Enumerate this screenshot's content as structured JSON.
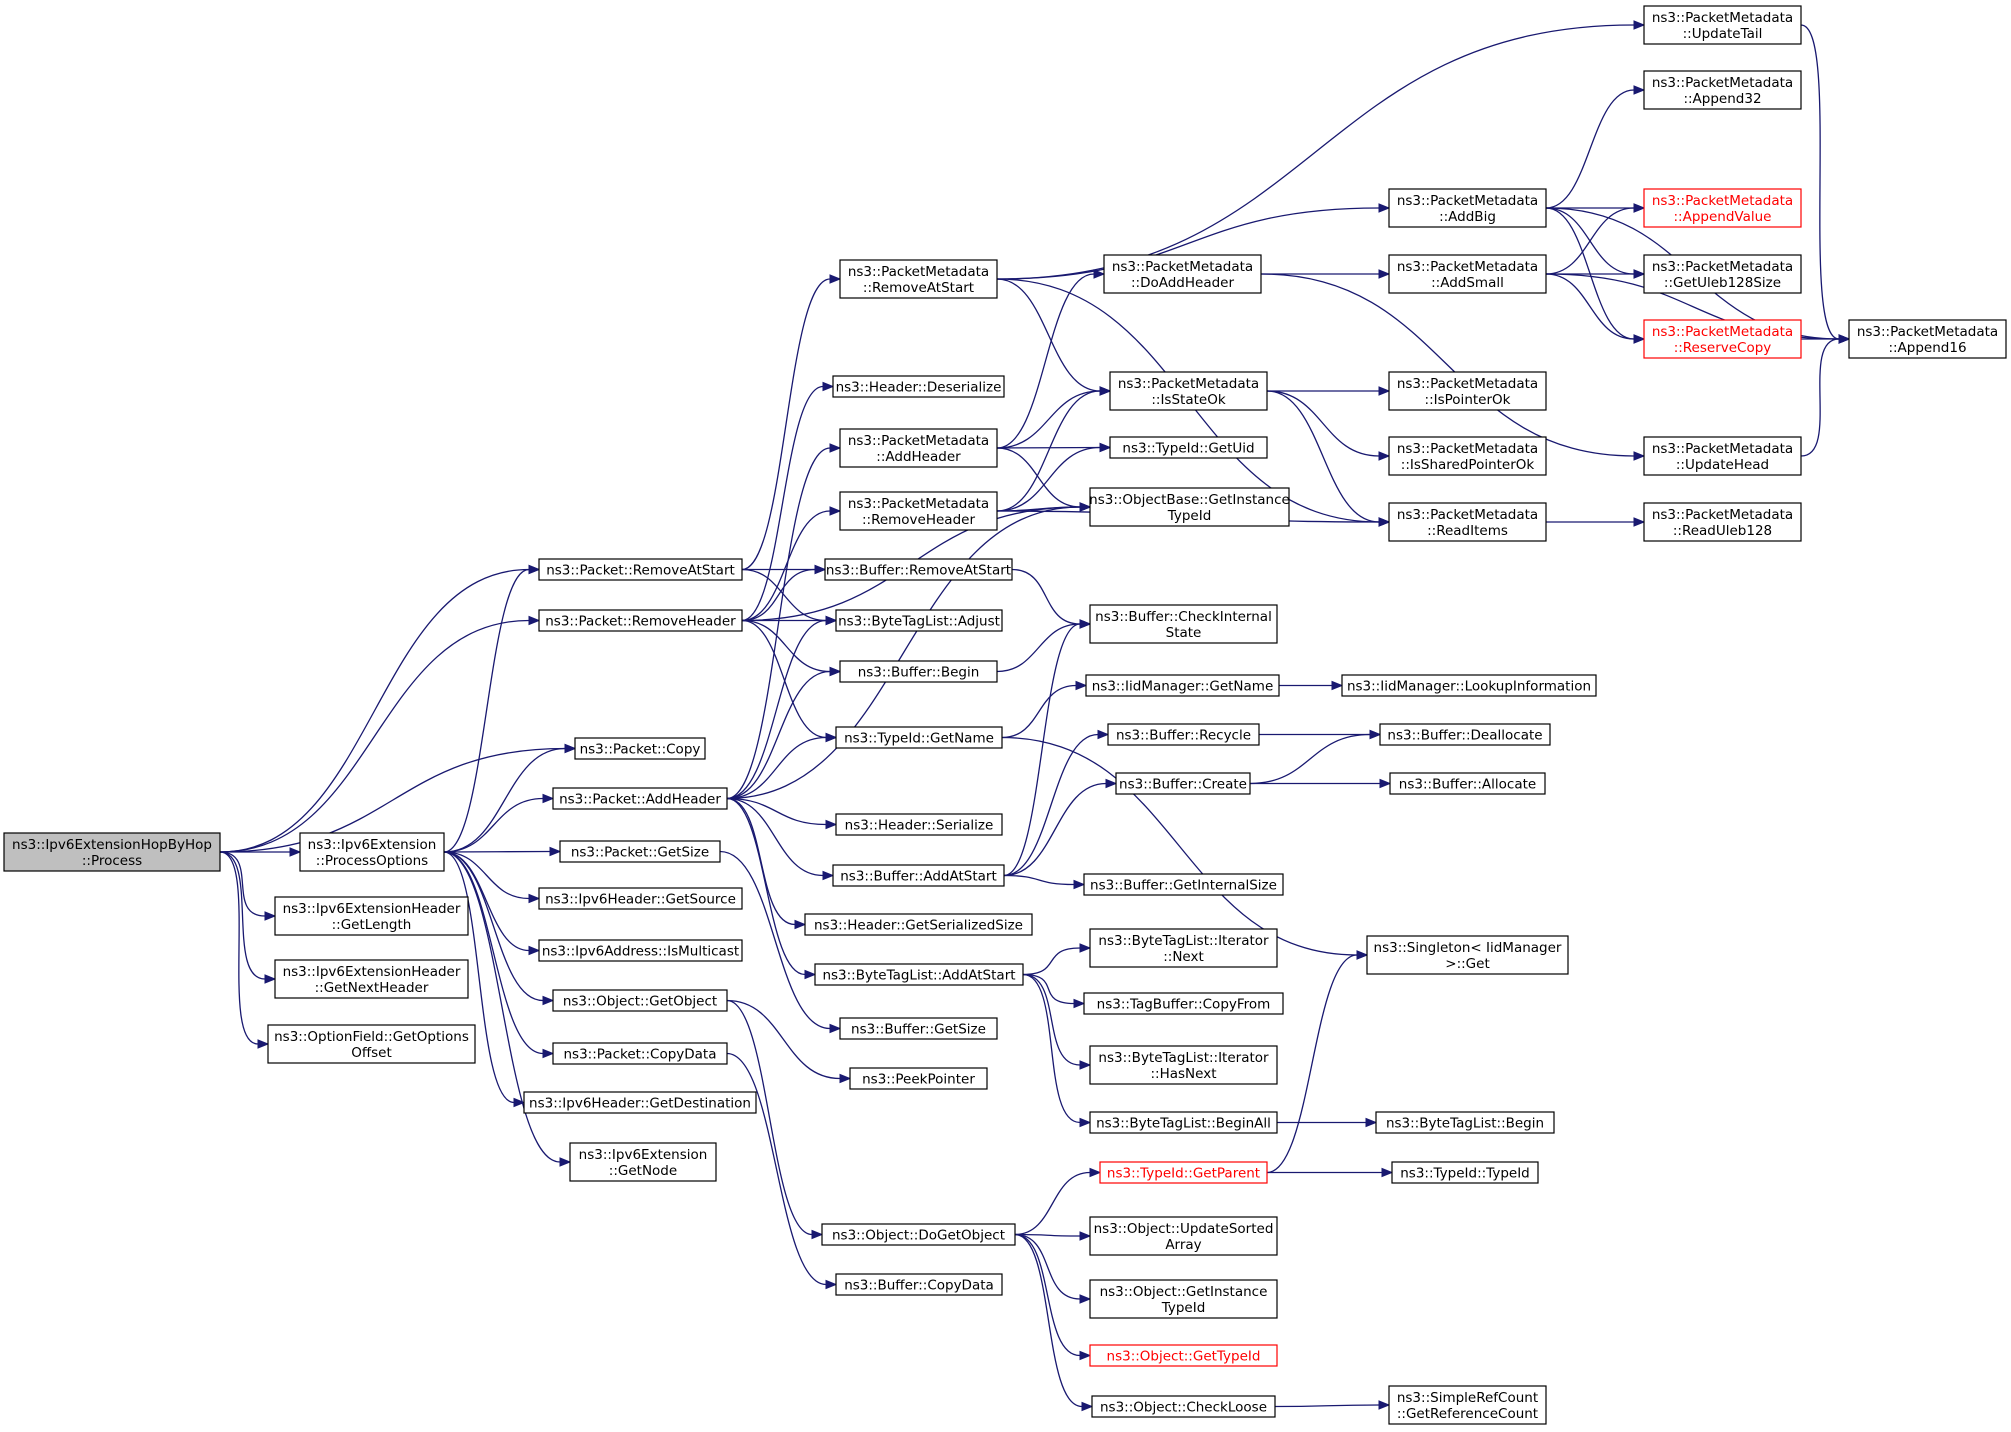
{
  "nodes": [
    {
      "id": "root",
      "lines": [
        "ns3::Ipv6ExtensionHopByHop",
        "::Process"
      ],
      "style": "root"
    },
    {
      "id": "po",
      "lines": [
        "ns3::Ipv6Extension",
        "::ProcessOptions"
      ]
    },
    {
      "id": "gl",
      "lines": [
        "ns3::Ipv6ExtensionHeader",
        "::GetLength"
      ]
    },
    {
      "id": "gnh",
      "lines": [
        "ns3::Ipv6ExtensionHeader",
        "::GetNextHeader"
      ]
    },
    {
      "id": "gof",
      "lines": [
        "ns3::OptionField::GetOptions",
        "Offset"
      ]
    },
    {
      "id": "pras",
      "lines": [
        "ns3::Packet::RemoveAtStart"
      ]
    },
    {
      "id": "prh",
      "lines": [
        "ns3::Packet::RemoveHeader"
      ]
    },
    {
      "id": "pcopy",
      "lines": [
        "ns3::Packet::Copy"
      ]
    },
    {
      "id": "pah",
      "lines": [
        "ns3::Packet::AddHeader"
      ]
    },
    {
      "id": "pgs",
      "lines": [
        "ns3::Packet::GetSize"
      ]
    },
    {
      "id": "ihgs",
      "lines": [
        "ns3::Ipv6Header::GetSource"
      ]
    },
    {
      "id": "iaim",
      "lines": [
        "ns3::Ipv6Address::IsMulticast"
      ]
    },
    {
      "id": "ogo",
      "lines": [
        "ns3::Object::GetObject"
      ]
    },
    {
      "id": "pcd",
      "lines": [
        "ns3::Packet::CopyData"
      ]
    },
    {
      "id": "ihgd",
      "lines": [
        "ns3::Ipv6Header::GetDestination"
      ]
    },
    {
      "id": "ien",
      "lines": [
        "ns3::Ipv6Extension",
        "::GetNode"
      ]
    },
    {
      "id": "pmras",
      "lines": [
        "ns3::PacketMetadata",
        "::RemoveAtStart"
      ]
    },
    {
      "id": "hdes",
      "lines": [
        "ns3::Header::Deserialize"
      ]
    },
    {
      "id": "pmah",
      "lines": [
        "ns3::PacketMetadata",
        "::AddHeader"
      ]
    },
    {
      "id": "pmrh",
      "lines": [
        "ns3::PacketMetadata",
        "::RemoveHeader"
      ]
    },
    {
      "id": "bras",
      "lines": [
        "ns3::Buffer::RemoveAtStart"
      ]
    },
    {
      "id": "btla",
      "lines": [
        "ns3::ByteTagList::Adjust"
      ]
    },
    {
      "id": "bb",
      "lines": [
        "ns3::Buffer::Begin"
      ]
    },
    {
      "id": "tgn",
      "lines": [
        "ns3::TypeId::GetName"
      ]
    },
    {
      "id": "hser",
      "lines": [
        "ns3::Header::Serialize"
      ]
    },
    {
      "id": "baas",
      "lines": [
        "ns3::Buffer::AddAtStart"
      ]
    },
    {
      "id": "hgss",
      "lines": [
        "ns3::Header::GetSerializedSize"
      ]
    },
    {
      "id": "btlaas",
      "lines": [
        "ns3::ByteTagList::AddAtStart"
      ]
    },
    {
      "id": "bgs",
      "lines": [
        "ns3::Buffer::GetSize"
      ]
    },
    {
      "id": "pp",
      "lines": [
        "ns3::PeekPointer"
      ]
    },
    {
      "id": "odgo",
      "lines": [
        "ns3::Object::DoGetObject"
      ]
    },
    {
      "id": "bcd",
      "lines": [
        "ns3::Buffer::CopyData"
      ]
    },
    {
      "id": "pmdah",
      "lines": [
        "ns3::PacketMetadata",
        "::DoAddHeader"
      ]
    },
    {
      "id": "pmiso",
      "lines": [
        "ns3::PacketMetadata",
        "::IsStateOk"
      ]
    },
    {
      "id": "tgu",
      "lines": [
        "ns3::TypeId::GetUid"
      ]
    },
    {
      "id": "obgit",
      "lines": [
        "ns3::ObjectBase::GetInstance",
        "TypeId"
      ]
    },
    {
      "id": "bcis",
      "lines": [
        "ns3::Buffer::CheckInternal",
        "State"
      ]
    },
    {
      "id": "imgn",
      "lines": [
        "ns3::IidManager::GetName"
      ]
    },
    {
      "id": "brec",
      "lines": [
        "ns3::Buffer::Recycle"
      ]
    },
    {
      "id": "bcre",
      "lines": [
        "ns3::Buffer::Create"
      ]
    },
    {
      "id": "bgis",
      "lines": [
        "ns3::Buffer::GetInternalSize"
      ]
    },
    {
      "id": "btlin",
      "lines": [
        "ns3::ByteTagList::Iterator",
        "::Next"
      ]
    },
    {
      "id": "tbcf",
      "lines": [
        "ns3::TagBuffer::CopyFrom"
      ]
    },
    {
      "id": "btlihn",
      "lines": [
        "ns3::ByteTagList::Iterator",
        "::HasNext"
      ]
    },
    {
      "id": "btlba",
      "lines": [
        "ns3::ByteTagList::BeginAll"
      ]
    },
    {
      "id": "tgp",
      "lines": [
        "ns3::TypeId::GetParent"
      ],
      "style": "red"
    },
    {
      "id": "ousa",
      "lines": [
        "ns3::Object::UpdateSorted",
        "Array"
      ]
    },
    {
      "id": "ogit",
      "lines": [
        "ns3::Object::GetInstance",
        "TypeId"
      ]
    },
    {
      "id": "ogti",
      "lines": [
        "ns3::Object::GetTypeId"
      ],
      "style": "red"
    },
    {
      "id": "ocl",
      "lines": [
        "ns3::Object::CheckLoose"
      ]
    },
    {
      "id": "pmab",
      "lines": [
        "ns3::PacketMetadata",
        "::AddBig"
      ]
    },
    {
      "id": "pmas",
      "lines": [
        "ns3::PacketMetadata",
        "::AddSmall"
      ]
    },
    {
      "id": "pmipo",
      "lines": [
        "ns3::PacketMetadata",
        "::IsPointerOk"
      ]
    },
    {
      "id": "pmispo",
      "lines": [
        "ns3::PacketMetadata",
        "::IsSharedPointerOk"
      ]
    },
    {
      "id": "pmri",
      "lines": [
        "ns3::PacketMetadata",
        "::ReadItems"
      ]
    },
    {
      "id": "imli",
      "lines": [
        "ns3::IidManager::LookupInformation"
      ]
    },
    {
      "id": "bdea",
      "lines": [
        "ns3::Buffer::Deallocate"
      ]
    },
    {
      "id": "ball",
      "lines": [
        "ns3::Buffer::Allocate"
      ]
    },
    {
      "id": "sig",
      "lines": [
        "ns3::Singleton< IidManager",
        ">::Get"
      ]
    },
    {
      "id": "btlb",
      "lines": [
        "ns3::ByteTagList::Begin"
      ]
    },
    {
      "id": "tti",
      "lines": [
        "ns3::TypeId::TypeId"
      ]
    },
    {
      "id": "srcgrc",
      "lines": [
        "ns3::SimpleRefCount",
        "::GetReferenceCount"
      ]
    },
    {
      "id": "pmut",
      "lines": [
        "ns3::PacketMetadata",
        "::UpdateTail"
      ]
    },
    {
      "id": "pma32",
      "lines": [
        "ns3::PacketMetadata",
        "::Append32"
      ]
    },
    {
      "id": "pmav",
      "lines": [
        "ns3::PacketMetadata",
        "::AppendValue"
      ],
      "style": "red"
    },
    {
      "id": "pmgu",
      "lines": [
        "ns3::PacketMetadata",
        "::GetUleb128Size"
      ]
    },
    {
      "id": "pmrc",
      "lines": [
        "ns3::PacketMetadata",
        "::ReserveCopy"
      ],
      "style": "red"
    },
    {
      "id": "pmuh",
      "lines": [
        "ns3::PacketMetadata",
        "::UpdateHead"
      ]
    },
    {
      "id": "pmru",
      "lines": [
        "ns3::PacketMetadata",
        "::ReadUleb128"
      ]
    },
    {
      "id": "pma16",
      "lines": [
        "ns3::PacketMetadata",
        "::Append16"
      ]
    }
  ],
  "edges": [
    [
      "root",
      "pras"
    ],
    [
      "root",
      "prh"
    ],
    [
      "root",
      "pcopy"
    ],
    [
      "root",
      "po"
    ],
    [
      "root",
      "gl"
    ],
    [
      "root",
      "gnh"
    ],
    [
      "root",
      "gof"
    ],
    [
      "po",
      "pras"
    ],
    [
      "po",
      "pcopy"
    ],
    [
      "po",
      "pah"
    ],
    [
      "po",
      "pgs"
    ],
    [
      "po",
      "ihgs"
    ],
    [
      "po",
      "iaim"
    ],
    [
      "po",
      "ogo"
    ],
    [
      "po",
      "pcd"
    ],
    [
      "po",
      "ihgd"
    ],
    [
      "po",
      "ien"
    ],
    [
      "pras",
      "pmras"
    ],
    [
      "pras",
      "bras"
    ],
    [
      "pras",
      "btla"
    ],
    [
      "prh",
      "hdes"
    ],
    [
      "prh",
      "pmrh"
    ],
    [
      "prh",
      "obgit"
    ],
    [
      "prh",
      "bras"
    ],
    [
      "prh",
      "btla"
    ],
    [
      "prh",
      "bb"
    ],
    [
      "prh",
      "tgn"
    ],
    [
      "pah",
      "pmah"
    ],
    [
      "pah",
      "btla"
    ],
    [
      "pah",
      "bb"
    ],
    [
      "pah",
      "obgit"
    ],
    [
      "pah",
      "tgn"
    ],
    [
      "pah",
      "hser"
    ],
    [
      "pah",
      "baas"
    ],
    [
      "pah",
      "hgss"
    ],
    [
      "pah",
      "btlaas"
    ],
    [
      "pgs",
      "bgs"
    ],
    [
      "ogo",
      "pp"
    ],
    [
      "ogo",
      "odgo"
    ],
    [
      "pcd",
      "bcd"
    ],
    [
      "pmras",
      "pmab"
    ],
    [
      "pmras",
      "pmiso"
    ],
    [
      "pmras",
      "pmri"
    ],
    [
      "pmras",
      "pmut"
    ],
    [
      "pmah",
      "pmdah"
    ],
    [
      "pmah",
      "pmiso"
    ],
    [
      "pmah",
      "tgu"
    ],
    [
      "pmah",
      "obgit"
    ],
    [
      "pmrh",
      "pmiso"
    ],
    [
      "pmrh",
      "tgu"
    ],
    [
      "pmrh",
      "obgit"
    ],
    [
      "pmrh",
      "pmri"
    ],
    [
      "bras",
      "bcis"
    ],
    [
      "bb",
      "bcis"
    ],
    [
      "tgn",
      "imgn"
    ],
    [
      "tgn",
      "sig"
    ],
    [
      "baas",
      "bcis"
    ],
    [
      "baas",
      "brec"
    ],
    [
      "baas",
      "bcre"
    ],
    [
      "baas",
      "bgis"
    ],
    [
      "btlaas",
      "btlin"
    ],
    [
      "btlaas",
      "tbcf"
    ],
    [
      "btlaas",
      "btlihn"
    ],
    [
      "btlaas",
      "btlba"
    ],
    [
      "odgo",
      "tgp"
    ],
    [
      "odgo",
      "ousa"
    ],
    [
      "odgo",
      "ogit"
    ],
    [
      "odgo",
      "ogti"
    ],
    [
      "odgo",
      "ocl"
    ],
    [
      "pmdah",
      "pmas"
    ],
    [
      "pmdah",
      "pmuh"
    ],
    [
      "pmiso",
      "pmipo"
    ],
    [
      "pmiso",
      "pmispo"
    ],
    [
      "pmiso",
      "pmri"
    ],
    [
      "imgn",
      "imli"
    ],
    [
      "brec",
      "bdea"
    ],
    [
      "bcre",
      "bdea"
    ],
    [
      "bcre",
      "ball"
    ],
    [
      "btlba",
      "btlb"
    ],
    [
      "tgp",
      "sig"
    ],
    [
      "tgp",
      "tti"
    ],
    [
      "ocl",
      "srcgrc"
    ],
    [
      "pmab",
      "pma32"
    ],
    [
      "pmab",
      "pmav"
    ],
    [
      "pmab",
      "pmgu"
    ],
    [
      "pmab",
      "pmrc"
    ],
    [
      "pmab",
      "pma16"
    ],
    [
      "pmas",
      "pmav"
    ],
    [
      "pmas",
      "pmgu"
    ],
    [
      "pmas",
      "pmrc"
    ],
    [
      "pmas",
      "pma16"
    ],
    [
      "pmrc",
      "pma16"
    ],
    [
      "pmut",
      "pma16"
    ],
    [
      "pmuh",
      "pma16"
    ],
    [
      "pmri",
      "pmru"
    ]
  ]
}
